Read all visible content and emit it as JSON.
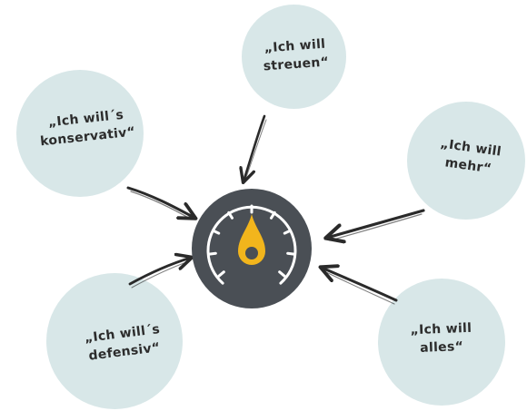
{
  "colors": {
    "bubble": "#d8e7e8",
    "gauge_body": "#4a4f55",
    "gauge_accent": "#f2b51c",
    "gauge_ticks": "#ffffff",
    "arrow": "#2a2a2a"
  },
  "bubbles": {
    "top": {
      "text": "„Ich will\nstreuen“"
    },
    "left": {
      "text": "„Ich will´s\nkonservativ“"
    },
    "right": {
      "text": "„Ich will\nmehr“"
    },
    "bottom_left": {
      "text": "„Ich will´s\ndefensiv“"
    },
    "bottom_right": {
      "text": "„Ich will\nalles“"
    }
  },
  "center_icon": "speedometer-gauge-icon"
}
